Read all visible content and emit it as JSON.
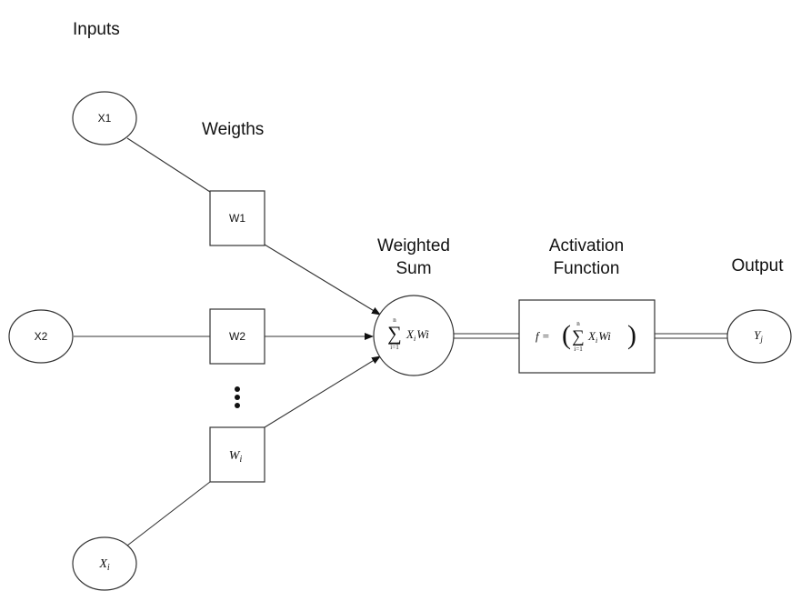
{
  "labels": {
    "inputs": "Inputs",
    "weights": "Weigths",
    "weighted_sum_line1": "Weighted",
    "weighted_sum_line2": "Sum",
    "activation_line1": "Activation",
    "activation_line2": "Function",
    "output": "Output"
  },
  "inputs": {
    "x1": "X1",
    "x2": "X2",
    "xi_base": "X",
    "xi_sub": "i"
  },
  "weights": {
    "w1": "W1",
    "w2": "W2",
    "wi_base": "W",
    "wi_sub": "i"
  },
  "sum_node": {
    "sigma": "∑",
    "upper": "n",
    "lower": "i=1",
    "term": "X",
    "term_sub": "i",
    "term_rest": "Wi"
  },
  "activation": {
    "lhs": "f =",
    "paren_open": "(",
    "sigma": "∑",
    "upper": "n",
    "lower": "i=1",
    "term": "X",
    "term_sub": "i",
    "term_rest": "Wi",
    "paren_close": ")"
  },
  "output": {
    "base": "Y",
    "sub": "j"
  },
  "ellipsis": "⋮"
}
